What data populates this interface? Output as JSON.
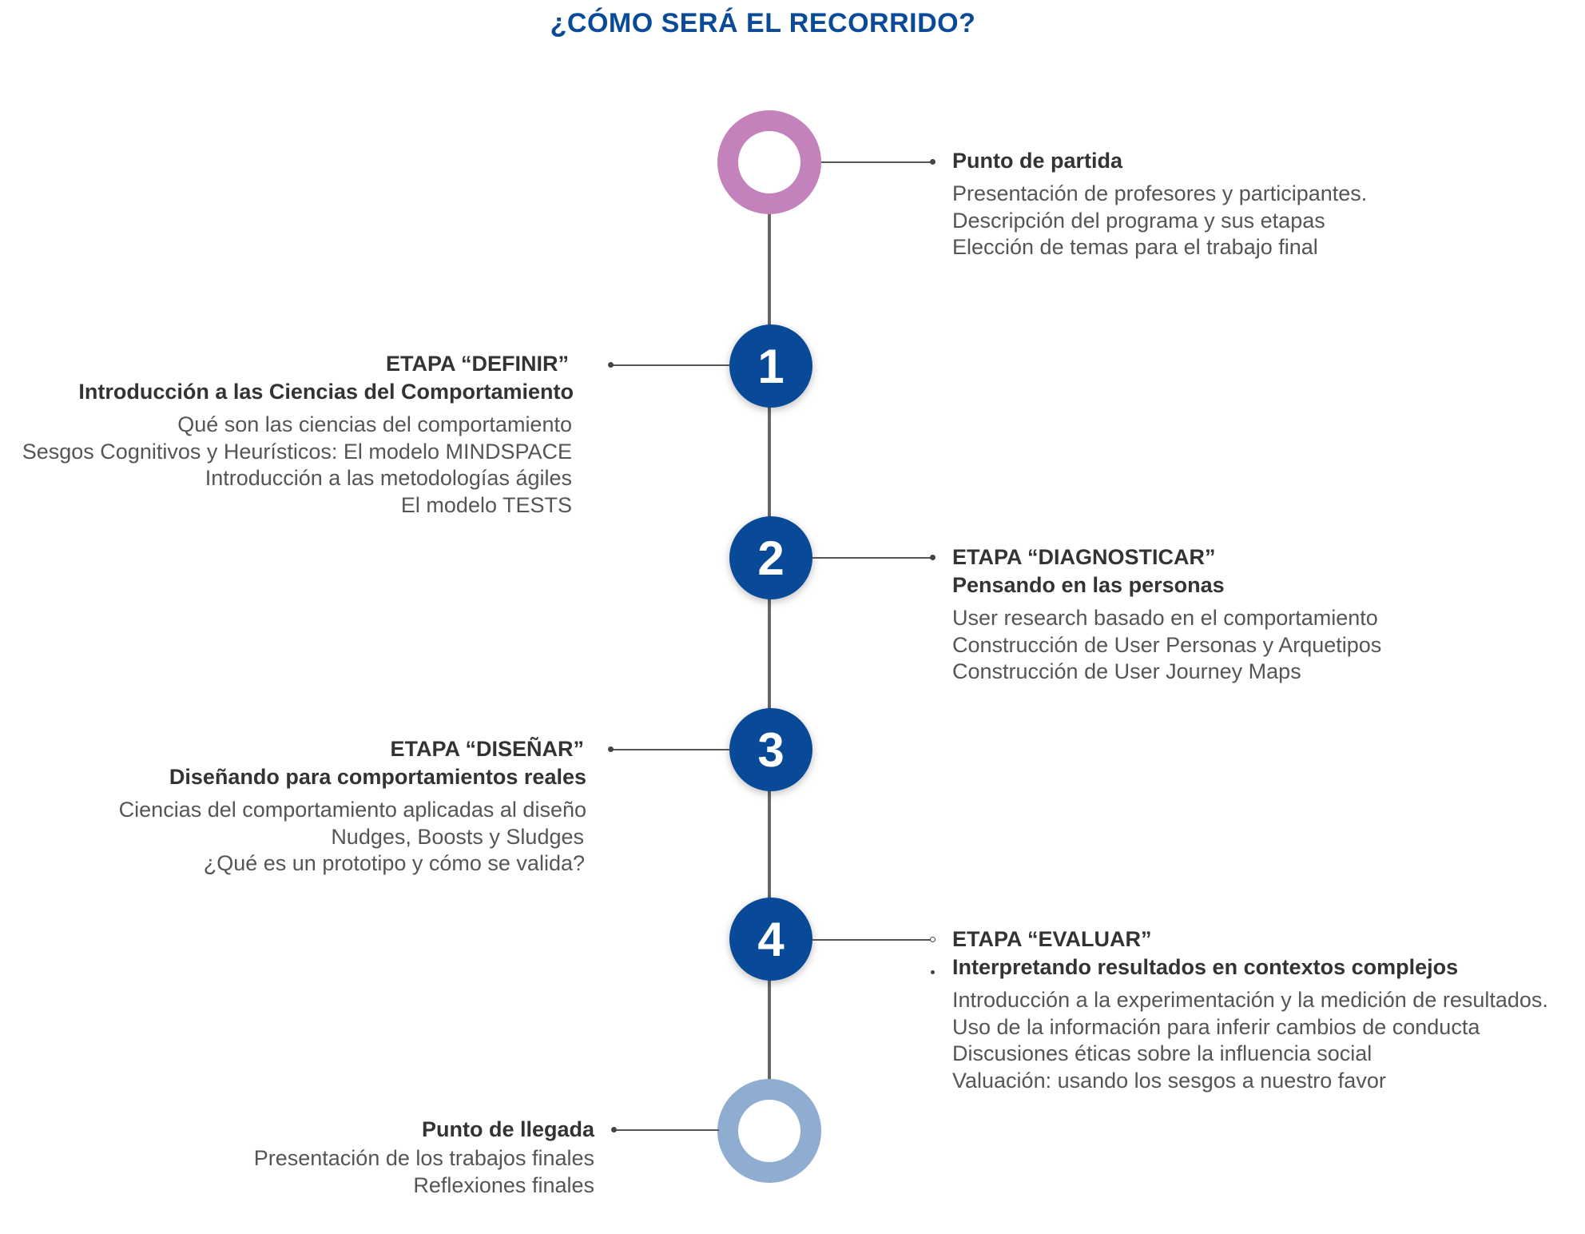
{
  "title": "¿CÓMO SERÁ EL RECORRIDO?",
  "colors": {
    "title": "#0b4a96",
    "start_ring": "#c382bb",
    "end_ring": "#8fadd1",
    "step_circle": "#084a97",
    "spine": "#666666"
  },
  "start": {
    "heading": "Punto de partida",
    "items": [
      "Presentación de profesores y participantes.",
      "Descripción del programa y sus etapas",
      "Elección de temas para el trabajo final"
    ]
  },
  "stages": [
    {
      "number": "1",
      "heading": "ETAPA “DEFINIR”",
      "subheading": "Introducción a las Ciencias del Comportamiento",
      "items": [
        "Qué son las ciencias del comportamiento",
        "Sesgos Cognitivos y Heurísticos: El modelo MINDSPACE",
        "Introducción a las metodologías ágiles",
        "El modelo TESTS"
      ]
    },
    {
      "number": "2",
      "heading": "ETAPA “DIAGNOSTICAR”",
      "subheading": "Pensando en las personas",
      "items": [
        "User research basado en el comportamiento",
        "Construcción de User Personas y Arquetipos",
        "Construcción de User Journey Maps"
      ]
    },
    {
      "number": "3",
      "heading": "ETAPA “DISEÑAR”",
      "subheading": "Diseñando para comportamientos reales",
      "items": [
        "Ciencias del comportamiento aplicadas al diseño",
        "Nudges, Boosts y Sludges",
        "¿Qué es un prototipo y cómo se valida?"
      ]
    },
    {
      "number": "4",
      "heading": "ETAPA “EVALUAR”",
      "subheading": "Interpretando resultados en contextos complejos",
      "items": [
        "Introducción a la experimentación y la medición de resultados.",
        "Uso de la información para inferir cambios de conducta",
        "Discusiones éticas sobre la influencia social",
        "Valuación: usando los sesgos a nuestro favor"
      ]
    }
  ],
  "end": {
    "heading": "Punto de llegada",
    "items": [
      "Presentación de los trabajos finales",
      "Reflexiones finales"
    ]
  }
}
